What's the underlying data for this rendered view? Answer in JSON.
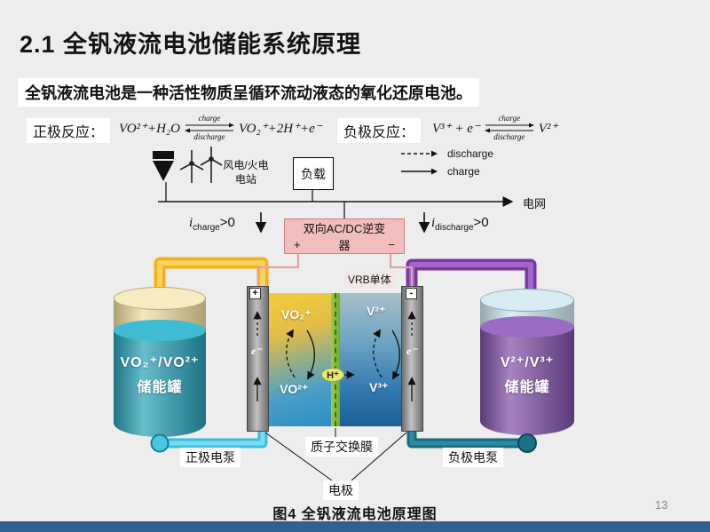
{
  "slide": {
    "title": "2.1 全钒液流电池储能系统原理",
    "subtitle": "全钒液流电池是一种活性物质呈循环流动液态的氧化还原电池。",
    "caption": "图4 全钒液流电池原理图",
    "page_number": "13"
  },
  "reactions": {
    "positive": {
      "label": "正极反应：",
      "lhs": "VO²⁺+H₂O",
      "rhs": "VO₂⁺+2H⁺+e⁻"
    },
    "negative": {
      "label": "负极反应：",
      "lhs": "V³⁺ + e⁻",
      "rhs": "V²⁺"
    },
    "charge_label": "charge",
    "discharge_label": "discharge"
  },
  "legend": {
    "discharge": "discharge",
    "charge": "charge"
  },
  "circuit": {
    "station": "风电/火电\n电站",
    "load": "负载",
    "grid": "电网",
    "i_charge": {
      "base": "i",
      "sub": "charge",
      "cmp": ">0"
    },
    "i_discharge": {
      "base": "i",
      "sub": "discharge",
      "cmp": ">0"
    },
    "inverter": {
      "line1": "双向AC/DC逆变",
      "line2": "器",
      "plus": "+",
      "minus": "−"
    }
  },
  "cell": {
    "vrb_label": "VRB单体",
    "left_electrode_sign": "+",
    "right_electrode_sign": "-",
    "electron": "e⁻",
    "species": {
      "top_left": "VO₂⁺",
      "bottom_left": "VO²⁺",
      "top_right": "V²⁺",
      "bottom_right": "V³⁺",
      "membrane_ion": "H⁺"
    },
    "membrane_label": "质子交换膜",
    "electrode_label": "电极"
  },
  "tanks": {
    "left": {
      "line1": "VO₂⁺/VO²⁺",
      "line2": "储能罐"
    },
    "right": {
      "line1": "V²⁺/V³⁺",
      "line2": "储能罐"
    }
  },
  "pumps": {
    "positive": "正极电泵",
    "negative": "负极电泵"
  },
  "colors": {
    "background": "#ededed",
    "bottom_bar": "#2f6191",
    "inverter_fill": "#f2bdbd",
    "pipe_positive": "#f3b11c",
    "pipe_negative": "#7a35a8",
    "pipe_positive_return": "#38bede",
    "pipe_negative_return": "#1a6b80",
    "tank_left_liquid": "#2aa0b4",
    "tank_right_liquid": "#7e4fa6",
    "membrane_green": "#7db636"
  }
}
